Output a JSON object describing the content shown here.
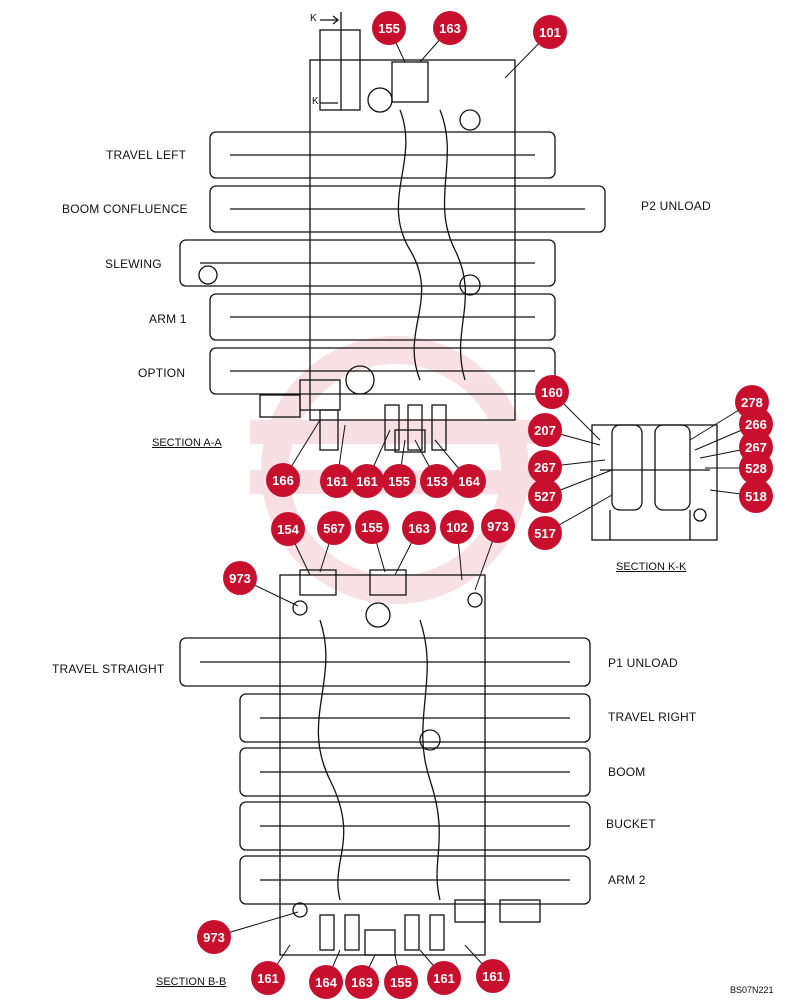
{
  "section_aa": {
    "title": "SECTION A-A",
    "spool_labels": [
      "TRAVEL LEFT",
      "BOOM CONFLUENCE",
      "SLEWING",
      "ARM 1",
      "OPTION"
    ],
    "right_label": "P2 UNLOAD",
    "callouts_top": [
      "155",
      "163",
      "101"
    ],
    "callouts_bottom": [
      "166",
      "161",
      "161",
      "155",
      "153",
      "164"
    ]
  },
  "section_kk": {
    "title": "SECTION K-K",
    "callouts": [
      "160",
      "207",
      "267",
      "527",
      "517",
      "278",
      "266",
      "267",
      "528",
      "518"
    ]
  },
  "section_bb": {
    "title": "SECTION B-B",
    "left_label": "TRAVEL STRAIGHT",
    "spool_labels": [
      "P1 UNLOAD",
      "TRAVEL RIGHT",
      "BOOM",
      "BUCKET",
      "ARM 2"
    ],
    "callouts_top": [
      "154",
      "567",
      "155",
      "163",
      "102",
      "973"
    ],
    "callouts_left": [
      "973",
      "973"
    ],
    "callouts_bottom": [
      "161",
      "164",
      "163",
      "155",
      "161",
      "161"
    ]
  },
  "k_marker": "K",
  "drawing_code": "BS07N221"
}
